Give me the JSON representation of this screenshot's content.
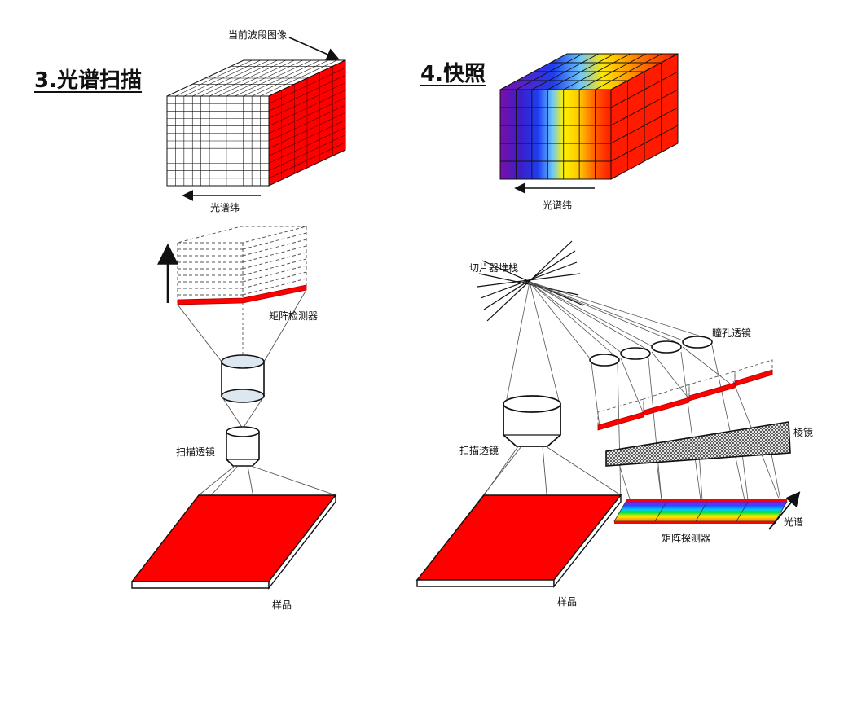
{
  "left_panel": {
    "title": "3.光谱扫描",
    "current_band_label": "当前波段图像",
    "spectral_dim_label": "光谱纬",
    "detector_label": "矩阵检测器",
    "scan_lens_label": "扫描透镜",
    "sample_label": "样品"
  },
  "right_panel": {
    "title": "4.快照",
    "spectral_dim_label": "光谱纬",
    "slicer_label": "切片器堆栈",
    "pupil_lens_label": "瞳孔透镜",
    "prism_label": "棱镜",
    "scan_lens_label": "扫描透镜",
    "detector_label": "矩阵探测器",
    "spectrum_label": "光谱",
    "sample_label": "样品"
  },
  "colors": {
    "sample_red": "#ff0000",
    "accent_red": "#e8141a",
    "outline": "#111111"
  }
}
